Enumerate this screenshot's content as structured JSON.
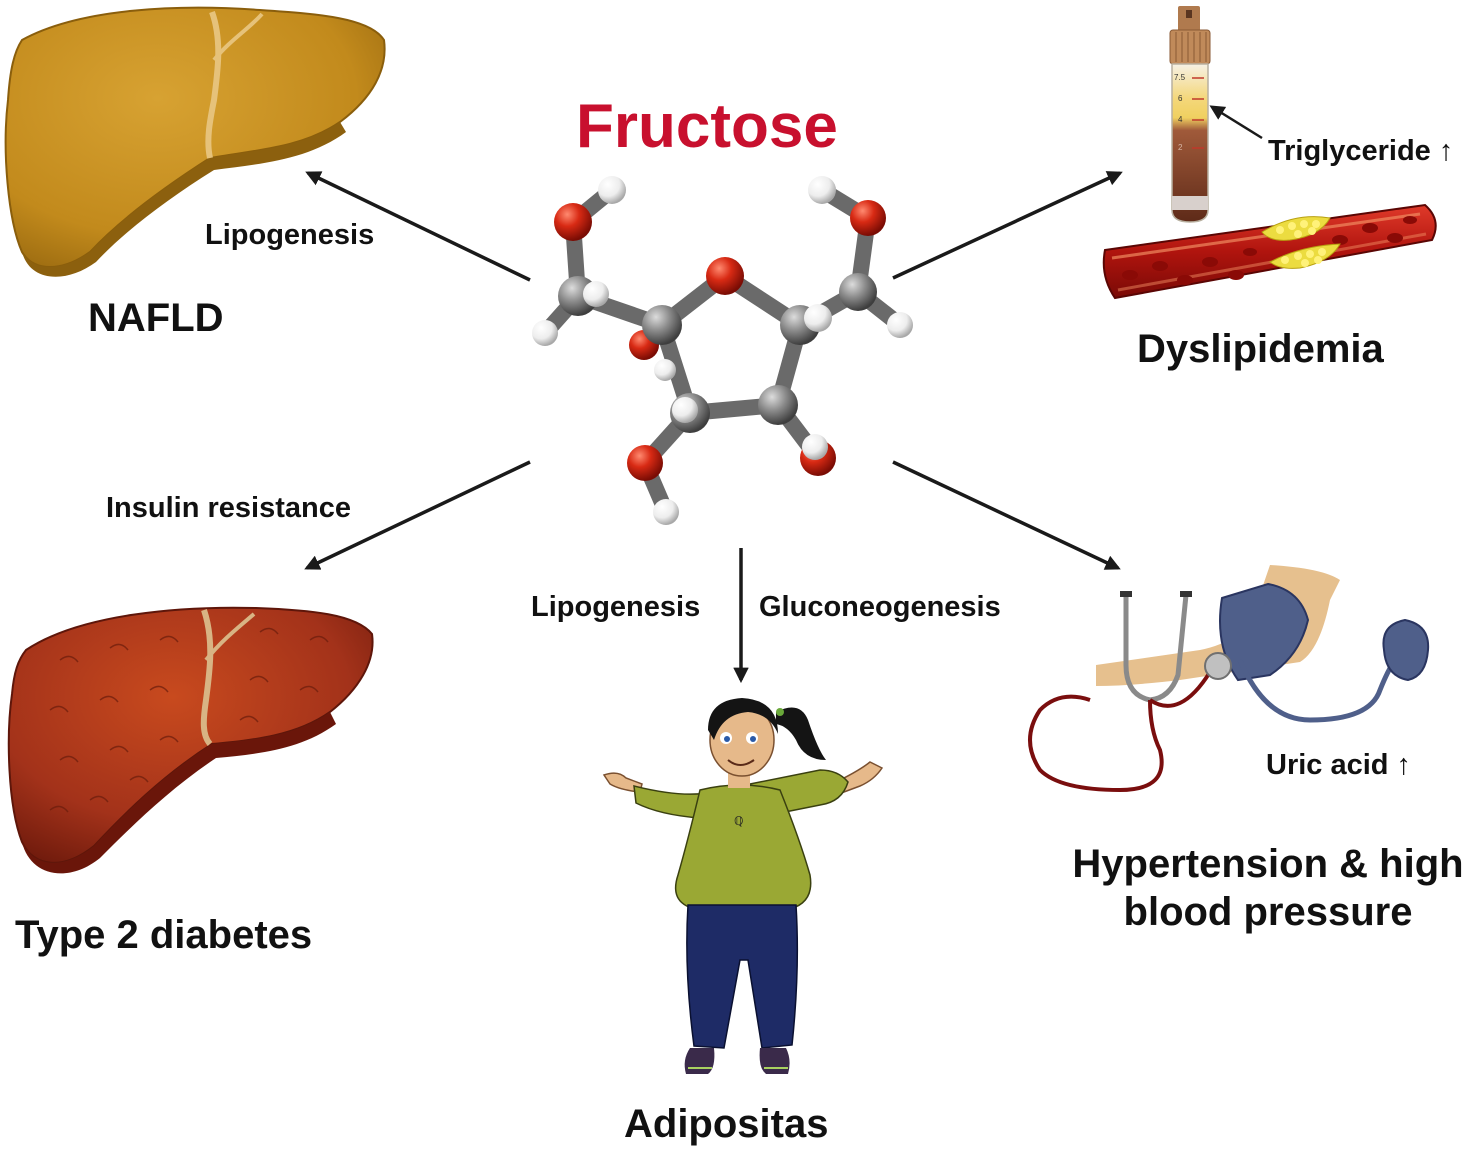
{
  "title": "Fructose",
  "colors": {
    "title": "#c8102e",
    "arrow": "#1a1a1a",
    "oxygen": "#cc1f10",
    "carbon": "#808080",
    "hydrogen": "#f2f2f2",
    "fatty_liver": "#c8901e",
    "diabetic_liver": "#a8321a",
    "blood_vessel": "#b5161b",
    "plaque": "#e8d43a",
    "shirt": "#9aa834",
    "pants": "#1e2b66",
    "cuff": "#4f5f8a",
    "arm_skin": "#e6c08e"
  },
  "icons": [
    "fructose-molecule-icon",
    "fatty-liver-icon",
    "diabetic-liver-icon",
    "blood-tube-icon",
    "blood-vessel-plaque-icon",
    "person-obese-icon",
    "blood-pressure-cuff-icon",
    "stethoscope-icon"
  ],
  "labels": {
    "nafld_process": "Lipogenesis",
    "nafld": "NAFLD",
    "diabetes_process": "Insulin resistance",
    "diabetes": "Type 2 diabetes",
    "adipositas_process_left": "Lipogenesis",
    "adipositas_process_right": "Gluconeogenesis",
    "adipositas": "Adipositas",
    "triglyceride": "Triglyceride ↑",
    "dyslipidemia": "Dyslipidemia",
    "uric_acid": "Uric acid ↑",
    "hypertension_line1": "Hypertension & high",
    "hypertension_line2": "blood pressure"
  },
  "tube_scale": [
    "7.5",
    "6",
    "4",
    "2"
  ]
}
